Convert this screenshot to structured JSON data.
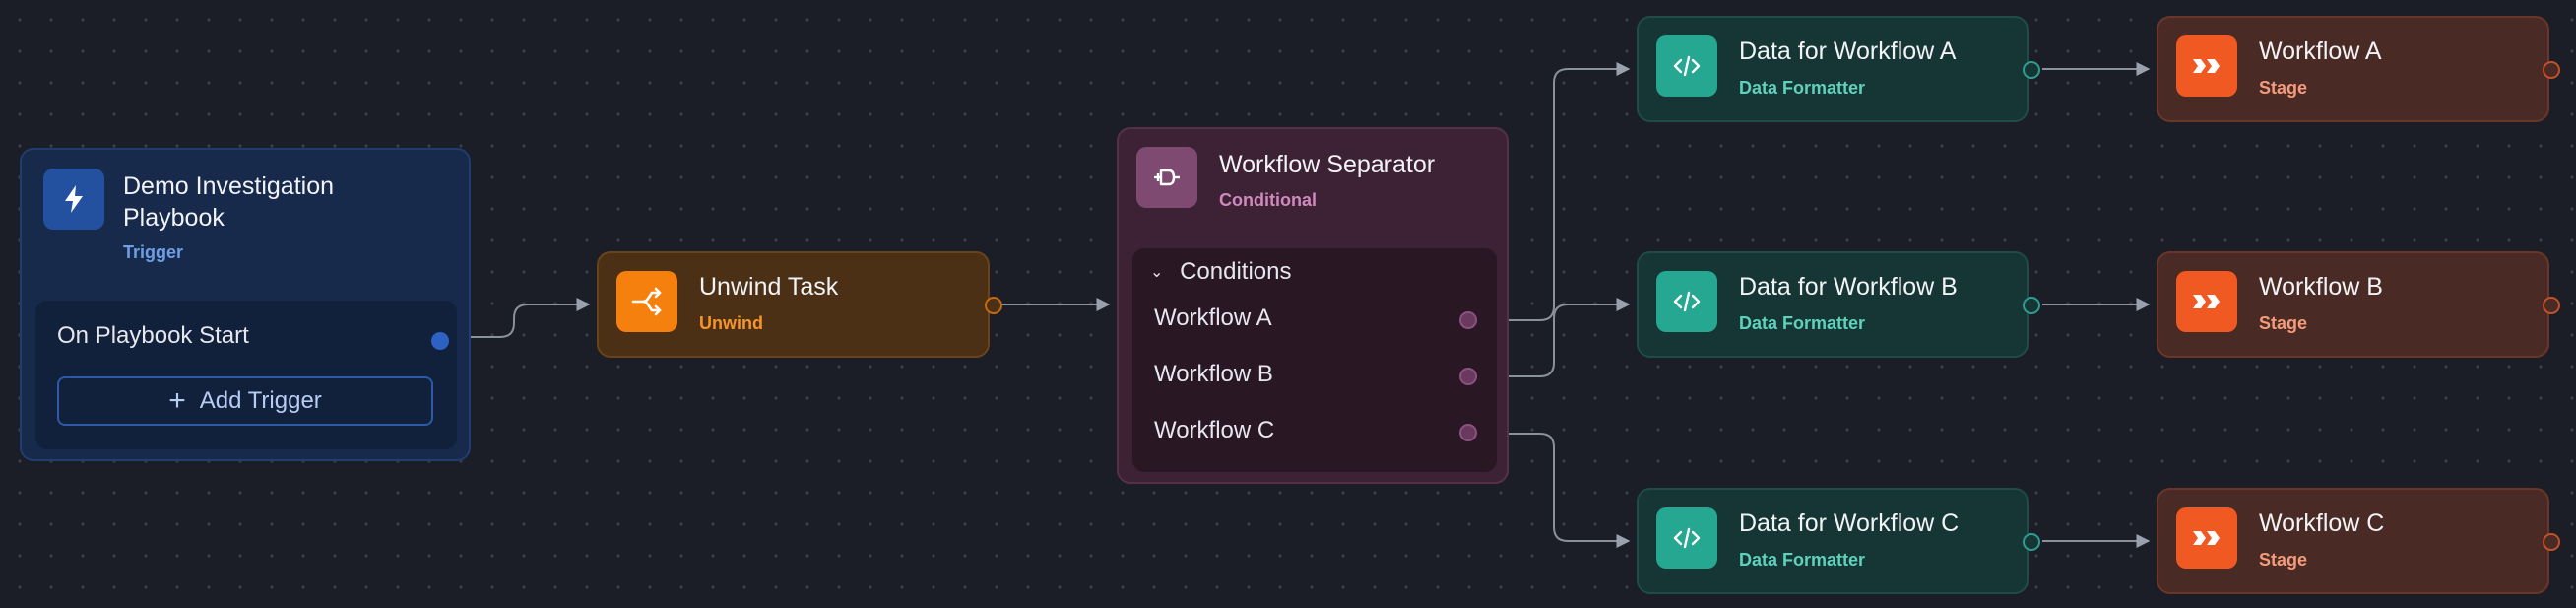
{
  "trigger": {
    "title": "Demo Investigation Playbook",
    "type": "Trigger",
    "icon": "bolt-icon",
    "event": "On Playbook Start",
    "add_trigger_label": "Add Trigger",
    "accent": "#2450a0"
  },
  "unwind": {
    "title": "Unwind Task",
    "type": "Unwind",
    "icon": "split-arrows-icon",
    "accent": "#f5800d"
  },
  "separator": {
    "title": "Workflow Separator",
    "type": "Conditional",
    "icon": "connector-icon",
    "conditions_label": "Conditions",
    "conditions": [
      "Workflow A",
      "Workflow B",
      "Workflow C"
    ],
    "accent": "#7e4a72"
  },
  "formatters": [
    {
      "title": "Data for Workflow A",
      "type": "Data Formatter"
    },
    {
      "title": "Data for Workflow B",
      "type": "Data Formatter"
    },
    {
      "title": "Data for Workflow C",
      "type": "Data Formatter"
    }
  ],
  "formatter_icon": "code-icon",
  "formatter_accent": "#25a792",
  "stages": [
    {
      "title": "Workflow A",
      "type": "Stage"
    },
    {
      "title": "Workflow B",
      "type": "Stage"
    },
    {
      "title": "Workflow C",
      "type": "Stage"
    }
  ],
  "stage_icon": "chevrons-right-icon",
  "stage_accent": "#f05a22"
}
